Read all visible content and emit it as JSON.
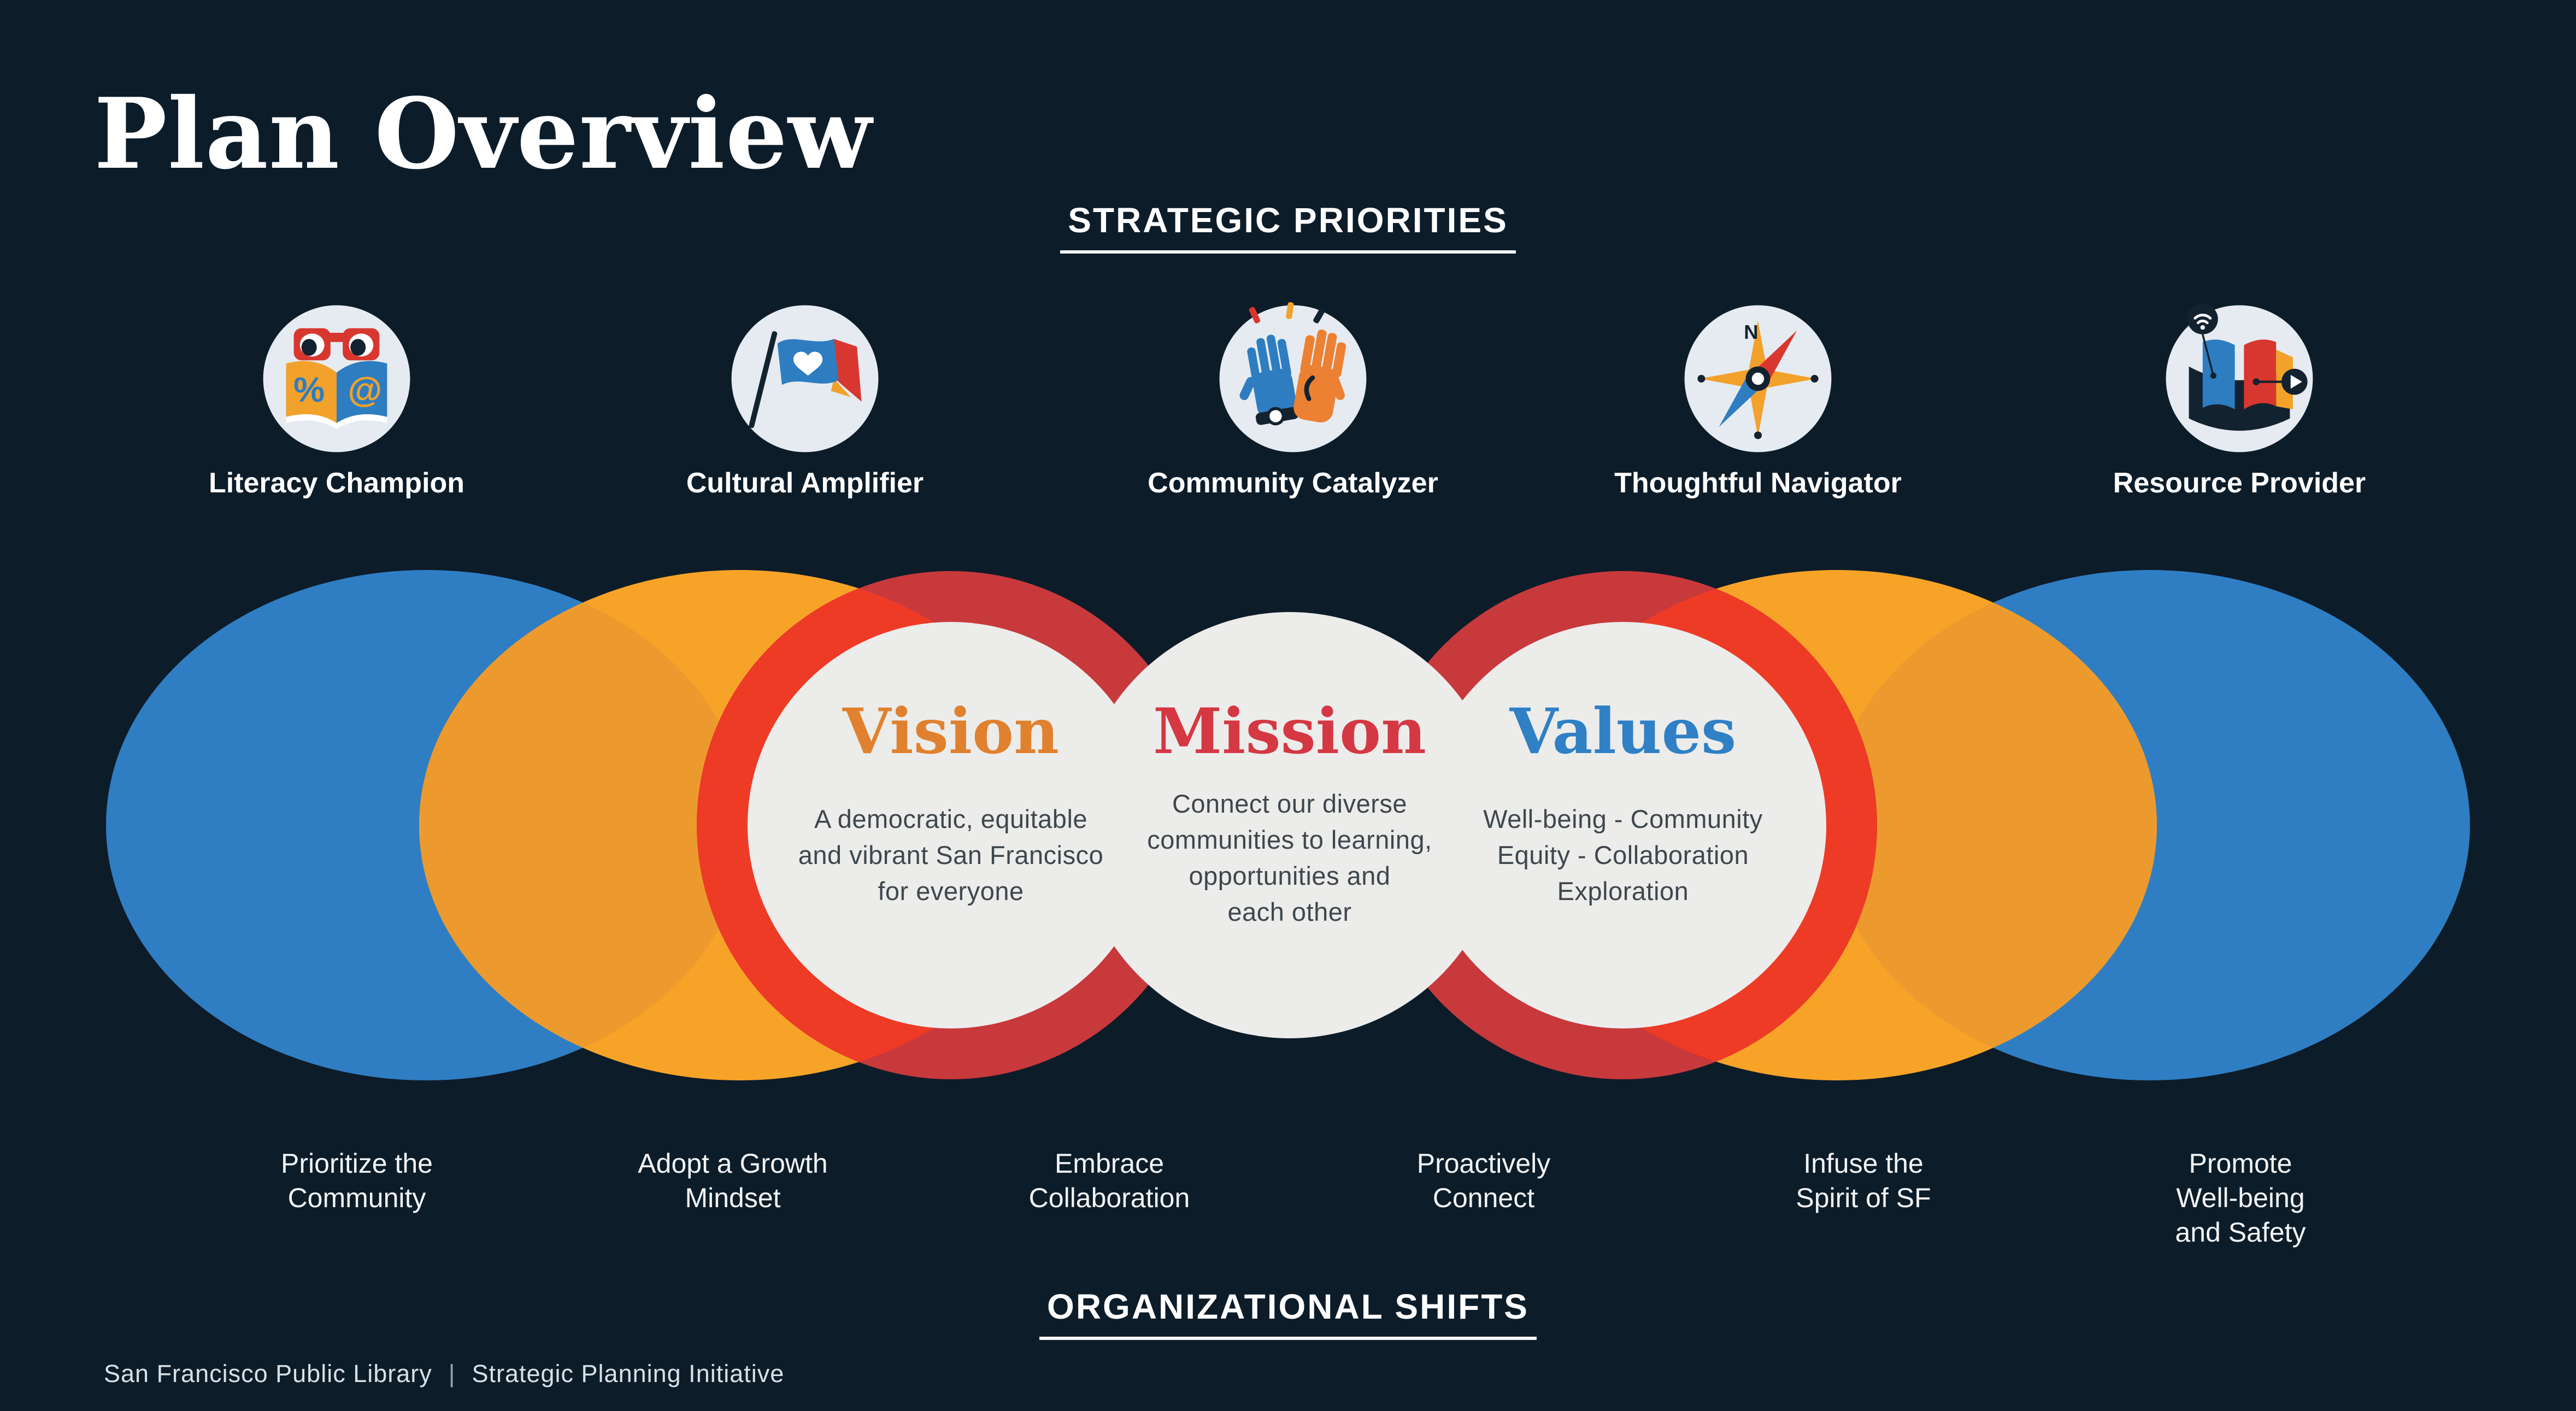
{
  "slide": {
    "title": "Plan Overview",
    "footer": {
      "organization": "San Francisco Public Library",
      "divider": "|",
      "initiative": "Strategic Planning Initiative"
    }
  },
  "strategic_priorities": {
    "heading": "STRATEGIC PRIORITIES",
    "items": [
      {
        "label": "Literacy Champion",
        "icon": "open-book-with-glasses"
      },
      {
        "label": "Cultural Amplifier",
        "icon": "heart-flag"
      },
      {
        "label": "Community Catalyzer",
        "icon": "high-five-hands"
      },
      {
        "label": "Thoughtful Navigator",
        "icon": "compass"
      },
      {
        "label": "Resource Provider",
        "icon": "open-book-with-media-links"
      }
    ],
    "icon_glyphs": {
      "percent": "%",
      "at": "@",
      "north": "N"
    }
  },
  "venn": {
    "vision": {
      "heading": "Vision",
      "heading_color": "#E0812F",
      "body": "A democratic, equitable\nand vibrant San Francisco\nfor everyone"
    },
    "mission": {
      "heading": "Mission",
      "heading_color": "#D43843",
      "body": "Connect our diverse\ncommunities to learning,\nopportunities and\neach other"
    },
    "values": {
      "heading": "Values",
      "heading_color": "#2F80C5",
      "body": "Well-being - Community\nEquity - Collaboration\nExploration"
    }
  },
  "organizational_shifts": {
    "heading": "ORGANIZATIONAL SHIFTS",
    "items": [
      "Prioritize the\nCommunity",
      "Adopt a Growth\nMindset",
      "Embrace\nCollaboration",
      "Proactively\nConnect",
      "Infuse the\nSpirit of SF",
      "Promote\nWell-being\nand Safety"
    ]
  },
  "palette": {
    "background": "#0D1C29",
    "blue_circle": "#2F7EC3",
    "orange_circle": "#F7A328",
    "blue_orange_overlap": "#EC9A2E",
    "red_circle_over_navy": "#C8393C",
    "red_orange_overlap": "#EE3B26",
    "inner_circle_gray": "#ECECEB",
    "icon_circle_bg": "#E5EBF1",
    "icon_red": "#D8372F",
    "icon_blue": "#2E7DC1",
    "icon_orange": "#F2A12B",
    "body_text": "#3F474D",
    "text_light": "#FFFFFF"
  }
}
